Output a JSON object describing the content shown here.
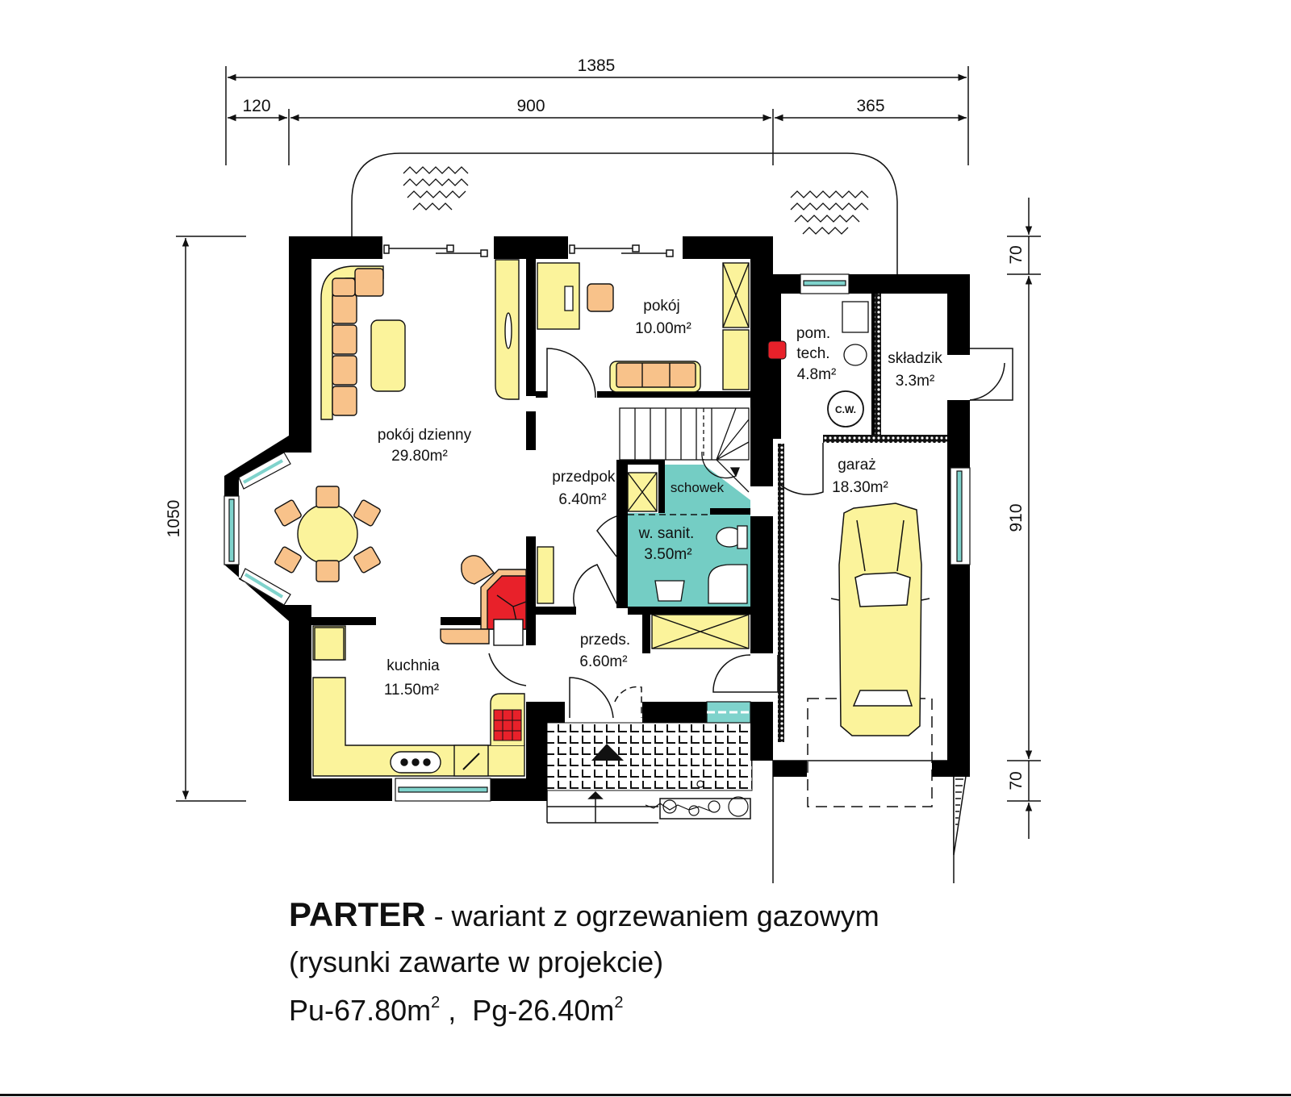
{
  "colors": {
    "wall": "#000000",
    "furniture_yellow": "#fbf39b",
    "furniture_orange": "#f8c28a",
    "bathroom_teal": "#74cdc4",
    "fireplace_red": "#e8212a",
    "window_teal": "#7fd3cc"
  },
  "dimensions": {
    "top_total": "1385",
    "top_left": "120",
    "top_middle": "900",
    "top_right": "365",
    "left_height": "1050",
    "right_top": "70",
    "right_middle": "910",
    "right_bottom": "70"
  },
  "rooms": [
    {
      "name": "pokój dzienny",
      "area": "29.80m²"
    },
    {
      "name": "pokój",
      "area": "10.00m²"
    },
    {
      "name": "pom.",
      "name2": "tech.",
      "area": "4.8m²"
    },
    {
      "name": "składzik",
      "area": "3.3m²"
    },
    {
      "name": "przedpok.",
      "area": "6.40m²"
    },
    {
      "name": "schowek"
    },
    {
      "name": "w. sanit.",
      "area": "3.50m²"
    },
    {
      "name": "garaż",
      "area": "18.30m²"
    },
    {
      "name": "kuchnia",
      "area": "11.50m²"
    },
    {
      "name": "przeds.",
      "area": "6.60m²"
    }
  ],
  "fixtures": {
    "water_heater_label": "C.W."
  },
  "caption": {
    "title": "PARTER",
    "subtitle": " - wariant z ogrzewaniem gazowym",
    "note": "(rysunki zawarte w projekcie)",
    "pu_label": "Pu-67.80m",
    "pu_sup": "2",
    "separator": " ,  ",
    "pg_label": "Pg-26.40m",
    "pg_sup": "2"
  }
}
